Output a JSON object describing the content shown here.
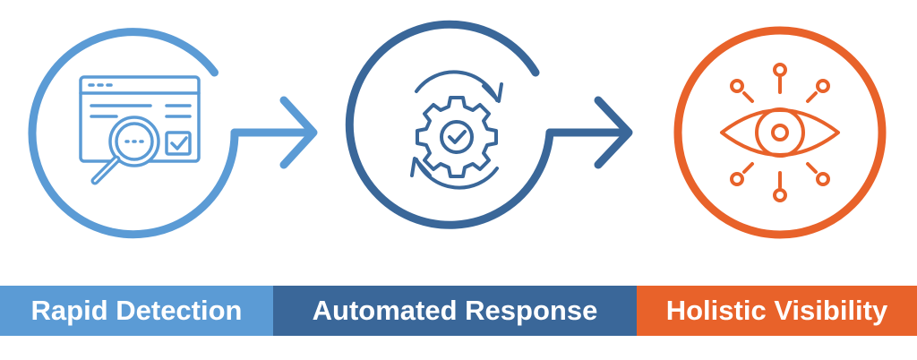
{
  "colors": {
    "light_blue": "#5b9bd5",
    "dark_blue": "#3a6799",
    "orange": "#e8622a",
    "background": "#ffffff"
  },
  "steps": [
    {
      "label": "Rapid Detection",
      "icon": "magnifier-on-webpage-icon",
      "color": "#5b9bd5"
    },
    {
      "label": "Automated Response",
      "icon": "gear-with-checkmark-and-refresh-arrows-icon",
      "color": "#3a6799"
    },
    {
      "label": "Holistic Visibility",
      "icon": "eye-with-radiating-nodes-icon",
      "color": "#e8622a"
    }
  ],
  "arrows": [
    {
      "icon": "right-arrow-icon",
      "color": "#5b9bd5"
    },
    {
      "icon": "right-arrow-icon",
      "color": "#3a6799"
    }
  ]
}
